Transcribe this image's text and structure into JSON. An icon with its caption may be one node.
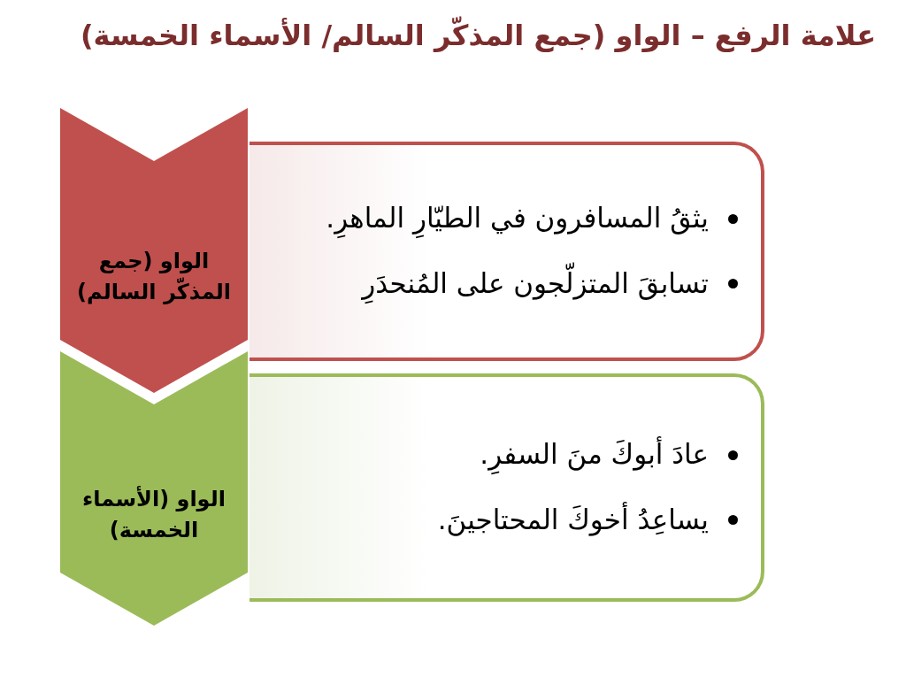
{
  "diagram": {
    "title": "علامة الرفع – الواو (جمع المذكّر السالم/ الأسماء الخمسة)",
    "nodes": [
      {
        "text": [
          "الواو (جمع المذكّر السالم)"
        ]
      },
      {
        "text": [
          "يثقُ المسافرون في الطيّارِ الماهرِ.",
          "تسابقَ المتزلّجون على المُنحدَرِ"
        ]
      },
      {
        "text": [
          "الواو (الأسماء الخمسة)"
        ]
      },
      {
        "text": [
          "عادَ أبوكَ منَ السفرِ.",
          "يساعِدُ أخوكَ المحتاجينَ."
        ]
      }
    ]
  }
}
